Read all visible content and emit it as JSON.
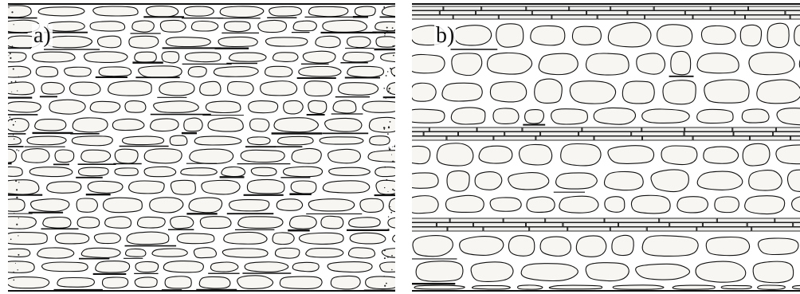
{
  "figure": {
    "panels": [
      {
        "id": "a",
        "label": "a)",
        "texture": "irregular-rubble-masonry-random-courses"
      },
      {
        "id": "b",
        "label": "b)",
        "texture": "rubble-masonry-with-brick-bands"
      }
    ],
    "colors": {
      "stone_fill": "#f7f6f3",
      "outline": "#111111",
      "brick_band": "#e6e6e4",
      "background": "#ffffff"
    }
  }
}
